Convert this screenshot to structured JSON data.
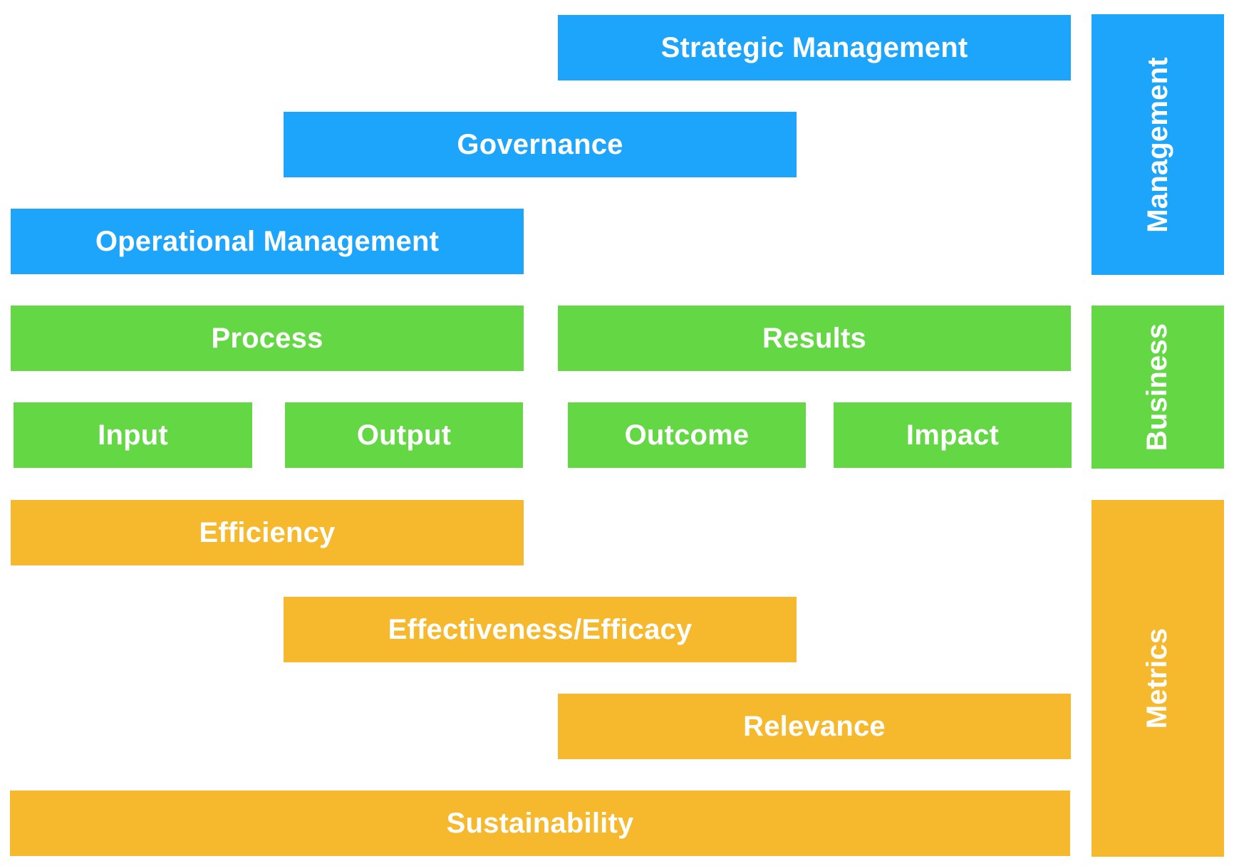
{
  "management": {
    "strategic": "Strategic Management",
    "governance": "Governance",
    "operational": "Operational Management"
  },
  "business": {
    "process": "Process",
    "results": "Results",
    "input": "Input",
    "output": "Output",
    "outcome": "Outcome",
    "impact": "Impact"
  },
  "metrics": {
    "efficiency": "Efficiency",
    "effectiveness": "Effectiveness/Efficacy",
    "relevance": "Relevance",
    "sustainability": "Sustainability"
  },
  "categories": {
    "management": "Management",
    "business": "Business",
    "metrics": "Metrics"
  },
  "colors": {
    "management": "#1da4fb",
    "business": "#64d745",
    "metrics": "#f6b82c",
    "text": "#ffffff"
  }
}
